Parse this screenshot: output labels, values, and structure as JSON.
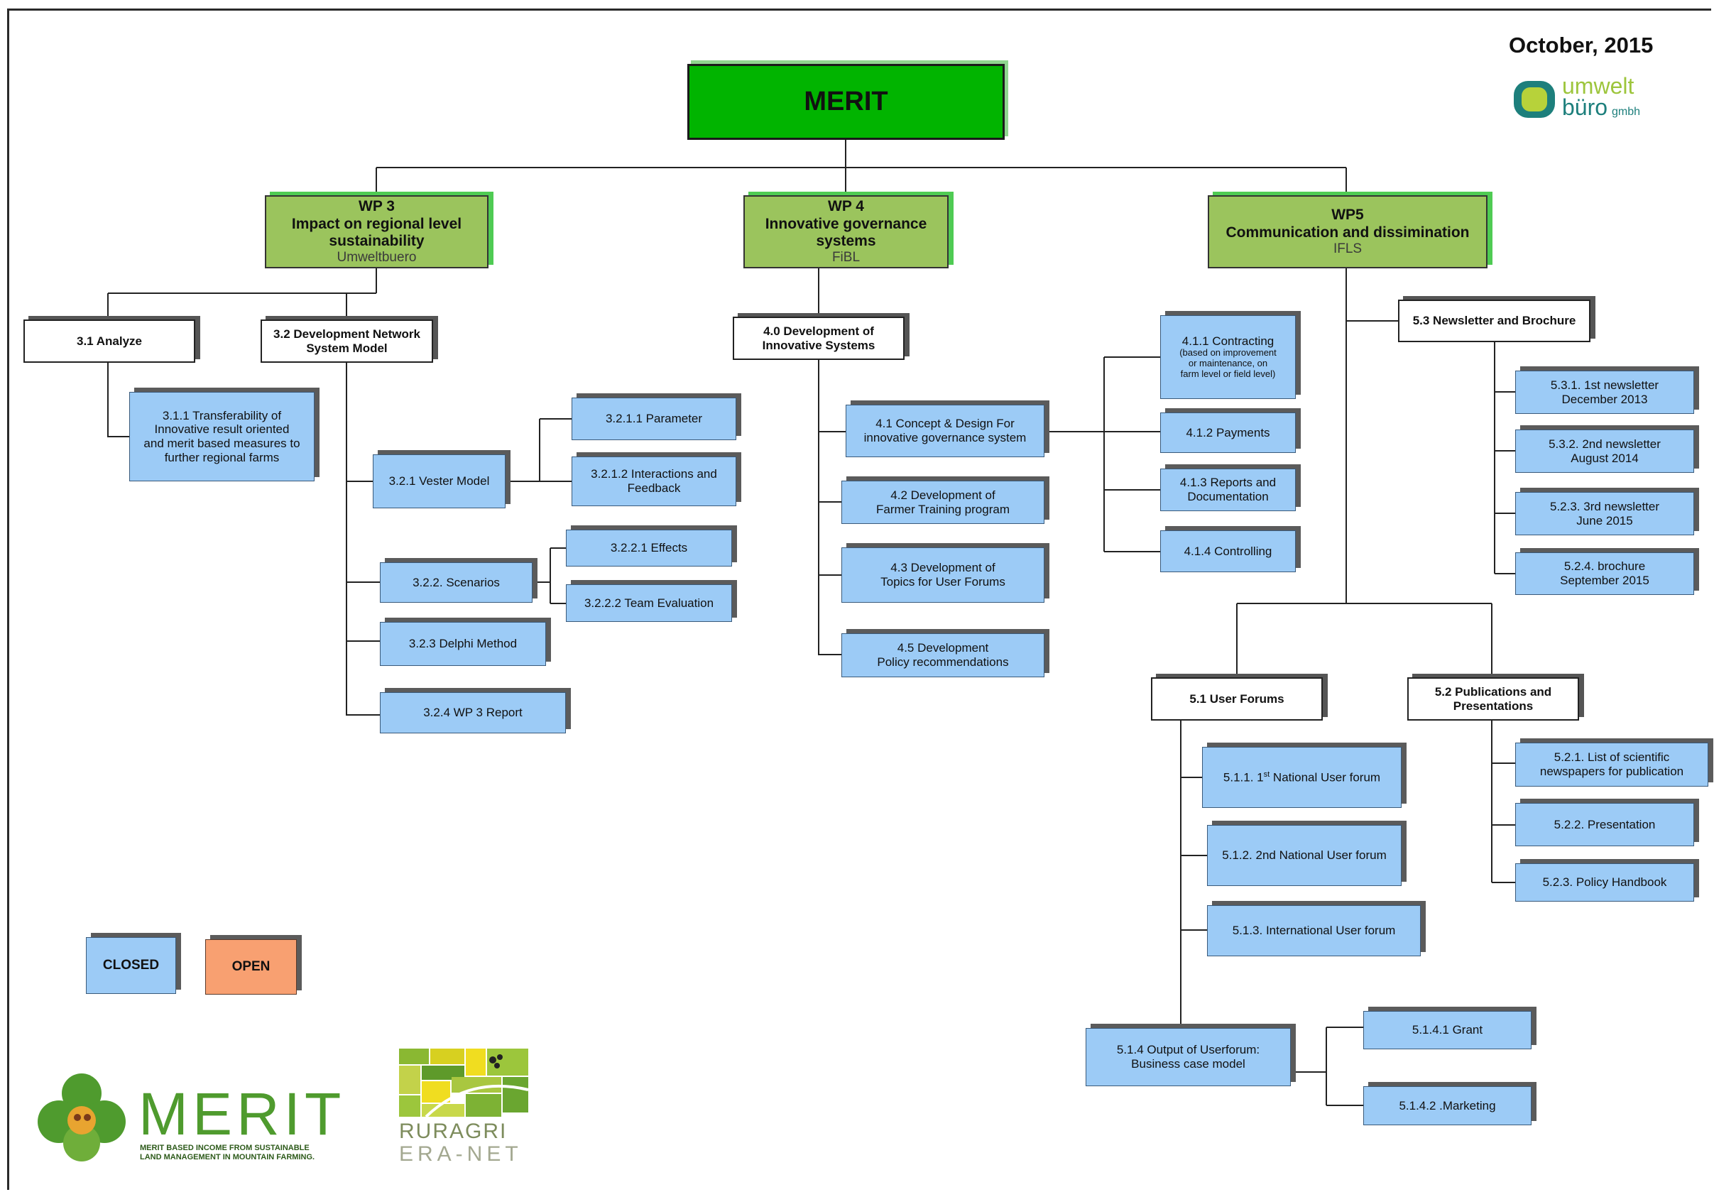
{
  "header": {
    "date": "October, 2015"
  },
  "root": {
    "title": "MERIT"
  },
  "wps": {
    "wp3": {
      "line1": "WP 3",
      "line2": "Impact on regional level",
      "line3": "sustainability",
      "org": "Umweltbuero"
    },
    "wp4": {
      "line1": "WP 4",
      "line2": "Innovative governance",
      "line3": "systems",
      "org": "FiBL"
    },
    "wp5": {
      "line1": "WP5",
      "line2": "Communication and dissimination",
      "org": "IFLS"
    }
  },
  "mid": {
    "m31": "3.1 Analyze",
    "m32": {
      "l1": "3.2 Development Network",
      "l2": "System Model"
    },
    "m40": {
      "l1": "4.0 Development of",
      "l2": "Innovative Systems"
    },
    "m53": "5.3 Newsletter and Brochure",
    "m51": "5.1 User Forums",
    "m52": {
      "l1": "5.2 Publications and",
      "l2": "Presentations"
    }
  },
  "leaves": {
    "t311": {
      "l1": "3.1.1  Transferability of",
      "l2": "Innovative result oriented",
      "l3": "and merit based measures to",
      "l4": "further regional farms"
    },
    "t321": "3.2.1 Vester Model",
    "t3211": "3.2.1.1 Parameter",
    "t3212": {
      "l1": "3.2.1.2 Interactions and",
      "l2": "Feedback"
    },
    "t322": "3.2.2. Scenarios",
    "t3221": "3.2.2.1 Effects",
    "t3222": "3.2.2.2 Team Evaluation",
    "t323": "3.2.3 Delphi Method",
    "t324": "3.2.4 WP 3 Report",
    "t41": {
      "l1": "4.1  Concept & Design For",
      "l2": "innovative governance system"
    },
    "t42": {
      "l1": "4.2 Development of",
      "l2": "Farmer Training program"
    },
    "t43": {
      "l1": "4.3  Development of",
      "l2": "Topics for User Forums"
    },
    "t45": {
      "l1": "4.5 Development",
      "l2": "Policy recommendations"
    },
    "t411": {
      "l1": "4.1.1 Contracting",
      "l2": "(based on improvement",
      "l3": "or maintenance, on",
      "l4": "farm level or field level)"
    },
    "t412": "4.1.2 Payments",
    "t413": {
      "l1": "4.1.3 Reports and",
      "l2": "Documentation"
    },
    "t414": "4.1.4 Controlling",
    "t531": {
      "l1": "5.3.1. 1st newsletter",
      "l2": "December  2013"
    },
    "t532": {
      "l1": "5.3.2. 2nd newsletter",
      "l2": "August  2014"
    },
    "t523a": {
      "l1": "5.2.3. 3rd newsletter",
      "l2": "June  2015"
    },
    "t524": {
      "l1": "5.2.4. brochure",
      "l2": "September 2015"
    },
    "t511": {
      "pre": "5.1.1. 1",
      "sup": "st",
      "post": " National User forum"
    },
    "t512": "5.1.2. 2nd  National User forum",
    "t513": "5.1.3.   International User forum",
    "t514": {
      "l1": "5.1.4 Output of Userforum:",
      "l2": "Business case model"
    },
    "t5141": "5.1.4.1 Grant",
    "t5142": "5.1.4.2 .Marketing",
    "t521": {
      "l1": "5.2.1. List of scientific",
      "l2": "newspapers for publication"
    },
    "t522": "5.2.2. Presentation",
    "t523b": "5.2.3. Policy Handbook"
  },
  "legend": {
    "closed": "CLOSED",
    "open": "OPEN"
  },
  "logos": {
    "umwelt_l1": "umwelt",
    "umwelt_l2": "büro",
    "umwelt_suffix": "gmbh",
    "merit_word": "MERIT",
    "merit_tag1": "MERIT BASED INCOME FROM SUSTAINABLE",
    "merit_tag2": "LAND MANAGEMENT IN MOUNTAIN FARMING.",
    "ruragri_l1": "RURAGRI",
    "ruragri_l2": "ERA-NET"
  },
  "colors": {
    "root": "#01b400",
    "wp": "#9bc45d",
    "closed": "#9ccbf6",
    "open": "#f8a071"
  }
}
